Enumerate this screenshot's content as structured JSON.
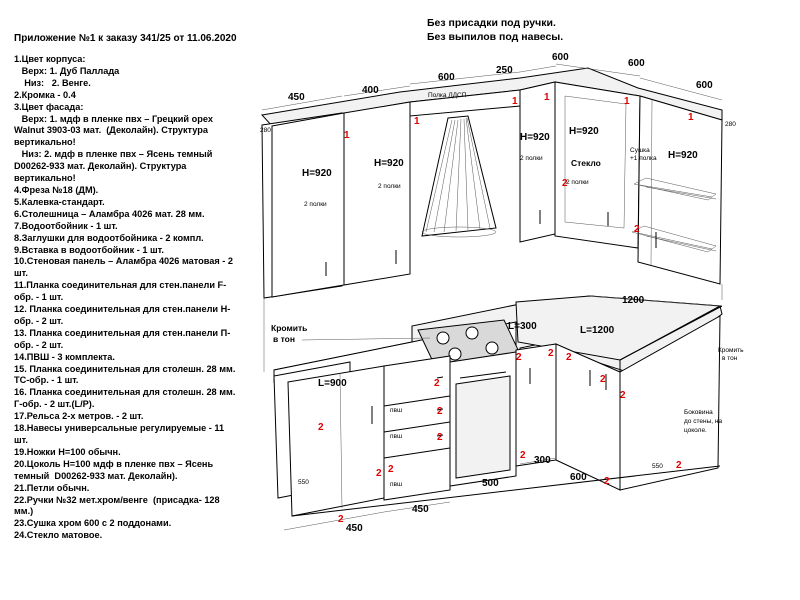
{
  "spec": {
    "title": "Приложение №1 к заказу 341/25 от 11.06.2020",
    "lines": [
      "1.Цвет корпуса:",
      "   Верх: 1. Дуб Паллада",
      "    Низ:   2. Венге.",
      "2.Кромка - 0.4",
      "3.Цвет фасада:",
      "   Верх: 1. мдф в пленке пвх – Грецкий орех",
      "Walnut 3903-03 мат.  (Деколайн). Структура",
      "вертикально!",
      "   Низ: 2. мдф в пленке пвх – Ясень темный",
      "D00262-933 мат. Деколайн). Структура",
      "вертикально!",
      "4.Фреза №18 (ДМ).",
      "5.Калевка-стандарт.",
      "6.Столешница – Аламбра 4026 мат. 28 мм.",
      "7.Водоотбойник - 1 шт.",
      "8.Заглушки для водоотбойника - 2 компл.",
      "9.Вставка в водоотбойник - 1 шт.",
      "10.Стеновая панель – Аламбра 4026 матовая - 2",
      "шт.",
      "11.Планка соединительная для стен.панели F-",
      "обр. - 1 шт.",
      "12. Планка соединительная для стен.панели Н-",
      "обр. - 2 шт.",
      "13. Планка соединительная для стен.панели П-",
      "обр. - 2 шт.",
      "14.ПВШ - 3 комплекта.",
      "15. Планка соединительная для столешн. 28 мм.",
      "ТС-обр. - 1 шт.",
      "16. Планка соединительная для столешн. 28 мм.",
      "Г-обр. - 2 шт.(L/P).",
      "17.Рельса 2-х метров. - 2 шт.",
      "18.Навесы универсальные регулируемые - 11",
      "шт.",
      "19.Ножки Н=100 обычн.",
      "20.Цоколь Н=100 мдф в пленке пвх – Ясень",
      "темный  D00262-933 мат. Деколайн).",
      "21.Петли обычн.",
      "22.Ручки №32 мет.хром/венге  (присадка- 128",
      "мм.)",
      "23.Сушка хром 600 с 2 поддонами.",
      "24.Стекло матовое."
    ]
  },
  "notes": [
    "Без присадки под ручки.",
    "Без выпилов под навесы."
  ],
  "drawing": {
    "dims_top": [
      "450",
      "400",
      "600",
      "250",
      "600",
      "600",
      "600"
    ],
    "depth_labels": [
      "280",
      "280"
    ],
    "heights": [
      "H=920",
      "H=920",
      "H=920",
      "H=920",
      "H=920"
    ],
    "shelves": [
      "2 полки",
      "2 полки",
      "2 полки",
      "2 полки"
    ],
    "hood_shelf": "Полка ЛДСП",
    "glass": "Стекло",
    "dryer": [
      "Сушка",
      "+1 полка"
    ],
    "lengths": [
      "L=900",
      "L=300",
      "L=1200"
    ],
    "dim_1200": "1200",
    "edge_labels": [
      [
        "Кромить",
        "в тон"
      ],
      [
        "Кромить",
        "в тон"
      ]
    ],
    "side_panel": [
      "Боковина",
      "до стены, на",
      "цоколе."
    ],
    "pvsh": [
      "пвш",
      "пвш",
      "пвш"
    ],
    "dims_bottom": [
      "550",
      "450",
      "500",
      "300",
      "600",
      "550",
      "450"
    ],
    "markers_1": [
      "1",
      "1",
      "1",
      "1",
      "1",
      "1"
    ],
    "markers_2": [
      "2",
      "2",
      "2",
      "2",
      "2",
      "2",
      "2",
      "2",
      "2",
      "2",
      "2",
      "2",
      "2",
      "2",
      "2",
      "2",
      "2"
    ]
  }
}
